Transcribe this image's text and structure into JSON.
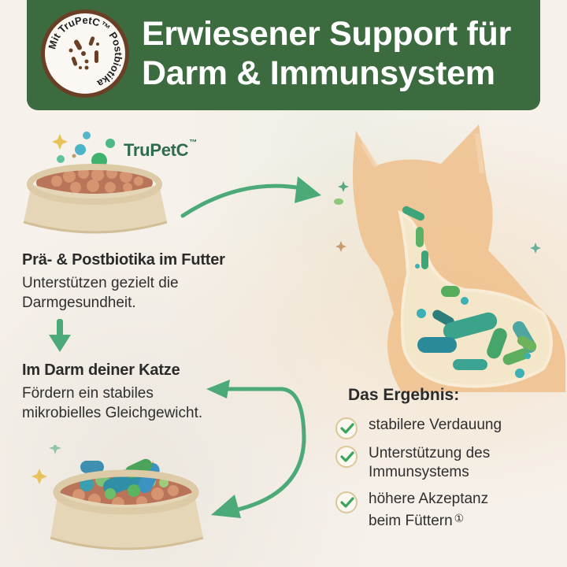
{
  "header": {
    "title_line1": "Erwiesener Support für",
    "title_line2": "Darm & Immunsystem",
    "background_color": "#3c6b3f",
    "badge": {
      "text": "Mit TruPetC™ Postbiotika",
      "ring_color": "#6b3f25",
      "icon": "bacteria-icon"
    }
  },
  "brand_label": {
    "name": "TruPetC",
    "trademark": "™",
    "color": "#2e6b4f"
  },
  "steps": [
    {
      "title": "Prä- & Postbiotika im Futter",
      "body_line1": "Unterstützen gezielt die",
      "body_line2": "Darmgesundheit."
    },
    {
      "title": "Im Darm deiner Katze",
      "body_line1": "Fördern ein stabiles",
      "body_line2": "mikrobielles Gleichgewicht."
    }
  ],
  "result": {
    "title": "Das Ergebnis:",
    "items": [
      {
        "line1": "stabilere Verdauung",
        "line2": "",
        "footnote": ""
      },
      {
        "line1": "Unterstützung des",
        "line2": "Immunsystems",
        "footnote": ""
      },
      {
        "line1": "höhere Akzeptanz",
        "line2": "beim Füttern",
        "footnote": "①"
      }
    ],
    "check_color": "#3aa55d"
  },
  "illustrations": {
    "top_bowl": "food-bowl-with-probiotic-bubbles",
    "cat": "cat-silhouette-with-gut-microbiome",
    "bottom_bowl": "food-bowl-with-green-bacteria"
  },
  "colors": {
    "arrow": "#4caa79",
    "background": "#f6f1ea"
  }
}
